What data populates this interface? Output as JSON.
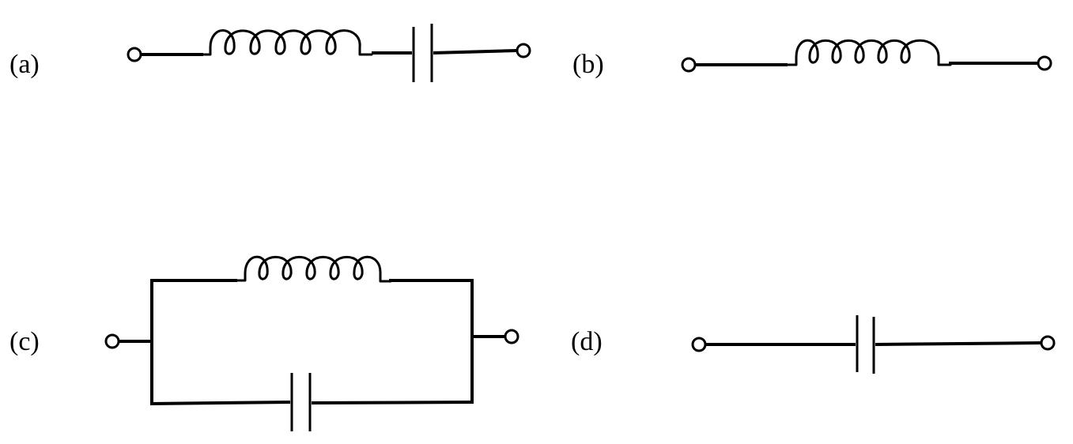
{
  "panels": {
    "a": {
      "label": "(a)",
      "components": [
        "inductor",
        "capacitor"
      ],
      "connection": "series"
    },
    "b": {
      "label": "(b)",
      "components": [
        "inductor"
      ],
      "connection": "single"
    },
    "c": {
      "label": "(c)",
      "components": [
        "inductor",
        "capacitor"
      ],
      "connection": "parallel"
    },
    "d": {
      "label": "(d)",
      "components": [
        "capacitor"
      ],
      "connection": "single"
    }
  }
}
